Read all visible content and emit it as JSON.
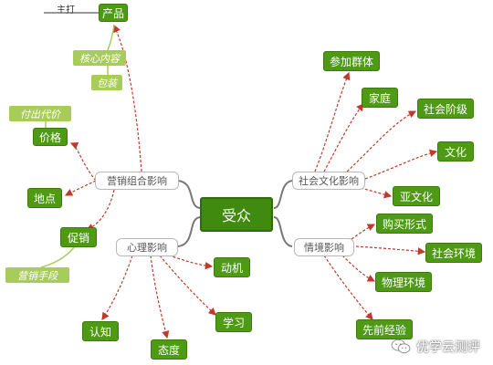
{
  "root": {
    "label": "受众"
  },
  "branches": {
    "marketing": "营销组合影响",
    "social": "社会文化影响",
    "psych": "心理影响",
    "situation": "情境影响"
  },
  "leaves": {
    "product": "产品",
    "price": "价格",
    "place": "地点",
    "promo": "促销",
    "group": "参加群体",
    "family": "家庭",
    "class": "社会阶级",
    "culture": "文化",
    "subculture": "亚文化",
    "motive": "动机",
    "learning": "学习",
    "attitude": "态度",
    "perception": "认知",
    "buyform": "购买形式",
    "socenv": "社会环境",
    "physenv": "物理环境",
    "prior": "先前经验"
  },
  "notes": {
    "core": "核心内容",
    "pack": "包装",
    "pay": "付出代价",
    "means": "营销手段"
  },
  "callout": {
    "label": "主打"
  },
  "watermark": {
    "text": "优学云测评",
    "icon": "wechat-icon"
  },
  "colors": {
    "node": "#4e9a14",
    "line": "#c0392b",
    "curve": "#777777",
    "note": "#a8cc5a"
  }
}
